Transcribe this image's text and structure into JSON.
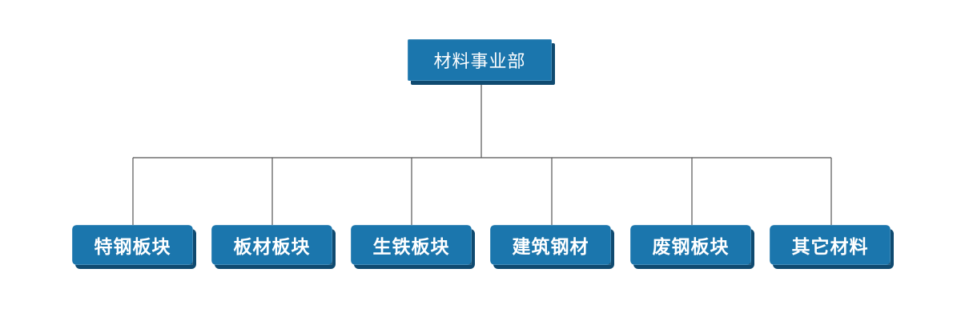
{
  "diagram": {
    "root": {
      "label": "材料事业部"
    },
    "children": [
      {
        "label": "特钢板块"
      },
      {
        "label": "板材板块"
      },
      {
        "label": "生铁板块"
      },
      {
        "label": "建筑钢材"
      },
      {
        "label": "废钢板块"
      },
      {
        "label": "其它材料"
      }
    ],
    "colors": {
      "node_fill": "#1b76ad",
      "node_shadow": "#0f4a70",
      "node_text": "#ffffff",
      "connector": "#555555",
      "background": "#ffffff"
    }
  }
}
